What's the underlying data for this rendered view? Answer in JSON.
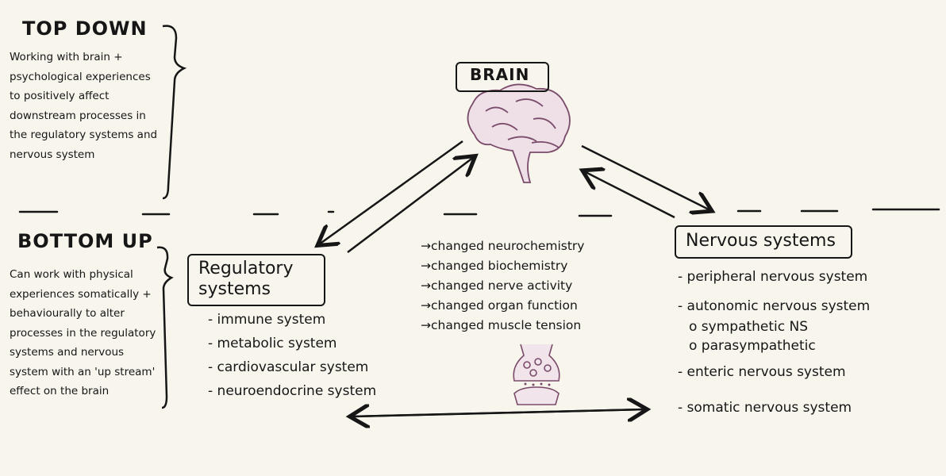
{
  "top_down": {
    "heading": "TOP DOWN",
    "text": "Working with brain + psychological experiences to positively affect downstream processes in the regulatory systems and nervous system"
  },
  "bottom_up": {
    "heading": "BOTTOM UP",
    "text": "Can work with physical experiences somatically + behaviourally to alter processes in the regulatory systems and nervous system with an 'up stream' effect on the brain"
  },
  "brain": {
    "label": "BRAIN"
  },
  "regulatory": {
    "title": "Regulatory systems",
    "items": [
      "- immune system",
      "- metabolic system",
      "- cardiovascular system",
      "- neuroendocrine system"
    ]
  },
  "changes": {
    "items": [
      "→changed neurochemistry",
      "→changed biochemistry",
      "→changed nerve activity",
      "→changed organ function",
      "→changed muscle tension"
    ]
  },
  "nervous": {
    "title": "Nervous systems",
    "items": [
      "- peripheral nervous system",
      "- autonomic nervous system",
      "o sympathetic NS",
      "o parasympathetic",
      "- enteric nervous system",
      "- somatic nervous system"
    ]
  },
  "colors": {
    "ink": "#161616",
    "paper": "#f7f5ec",
    "brain": "#7a4b6a",
    "brain_fill": "#efe0e8"
  },
  "icons": [
    "brain-icon",
    "synapse-icon"
  ]
}
